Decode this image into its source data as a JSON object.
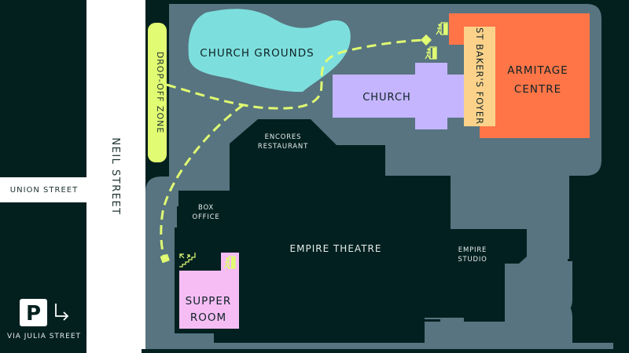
{
  "map": {
    "colors": {
      "background": "#03201f",
      "street": "#ffffff",
      "walkway": "#577480",
      "building_dark": "#032020",
      "church_grounds": "#7ddfdd",
      "church": "#c4b5fe",
      "foyer": "#fcd28a",
      "armitage": "#ff7547",
      "supper_room": "#f5bdf4",
      "dropoff": "#e1fb72",
      "path": "#e1fb72"
    },
    "streets": {
      "union": "UNION STREET",
      "neil": "NEIL STREET"
    },
    "dropoff_zone": "DROP-OFF ZONE",
    "parking": {
      "icon_letter": "P",
      "note": "VIA JULIA STREET"
    },
    "venues": {
      "church_grounds": "CHURCH GROUNDS",
      "church": "CHURCH",
      "foyer": "ST BAKER'S FOYER",
      "armitage_line1": "ARMITAGE",
      "armitage_line2": "CENTRE",
      "encores_line1": "ENCORES",
      "encores_line2": "RESTAURANT",
      "box_office_line1": "BOX",
      "box_office_line2": "OFFICE",
      "empire_theatre": "EMPIRE THEATRE",
      "empire_studio_line1": "EMPIRE",
      "empire_studio_line2": "STUDIO",
      "supper_line1": "SUPPER",
      "supper_line2": "ROOM"
    },
    "icons": [
      "entrance-icon",
      "entrance-icon",
      "entrance-icon",
      "stairs-icon",
      "parking-icon",
      "turn-right-arrow-icon"
    ]
  }
}
